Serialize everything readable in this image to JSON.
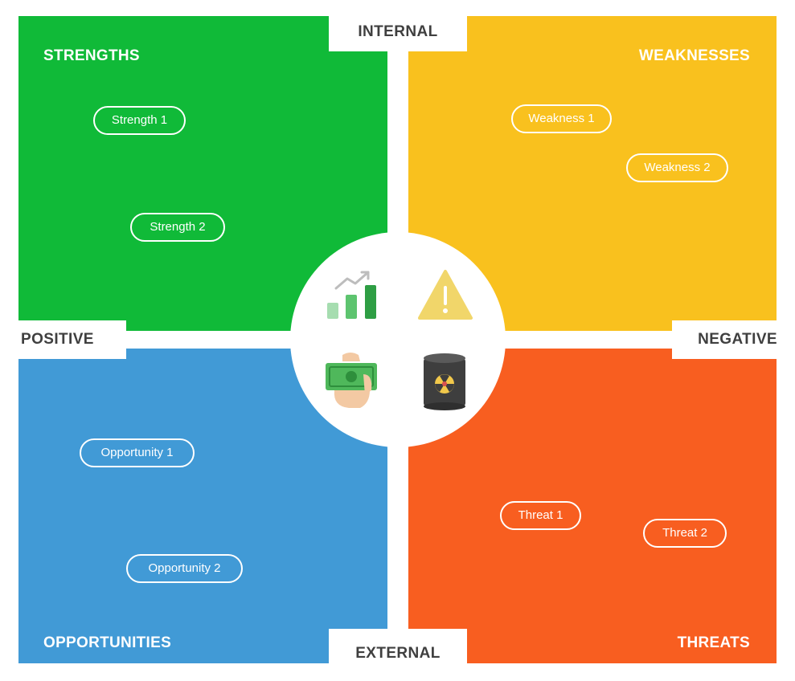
{
  "axes": {
    "internal": "INTERNAL",
    "external": "EXTERNAL",
    "positive": "POSITIVE",
    "negative": "NEGATIVE"
  },
  "strengths": {
    "title": "STRENGTHS",
    "color": "#10BA38",
    "items": [
      "Strength 1",
      "Strength 2"
    ]
  },
  "weaknesses": {
    "title": "WEAKNESSES",
    "color": "#F9C11E",
    "items": [
      "Weakness 1",
      "Weakness 2"
    ]
  },
  "opportunities": {
    "title": "OPPORTUNITIES",
    "color": "#419AD6",
    "items": [
      "Opportunity 1",
      "Opportunity 2"
    ]
  },
  "threats": {
    "title": "THREATS",
    "color": "#F85E20",
    "items": [
      "Threat 1",
      "Threat 2"
    ]
  },
  "icons": {
    "strength": "growth-chart-icon",
    "weakness": "warning-triangle-icon",
    "opportunity": "money-hand-icon",
    "threat": "radioactive-barrel-icon"
  }
}
